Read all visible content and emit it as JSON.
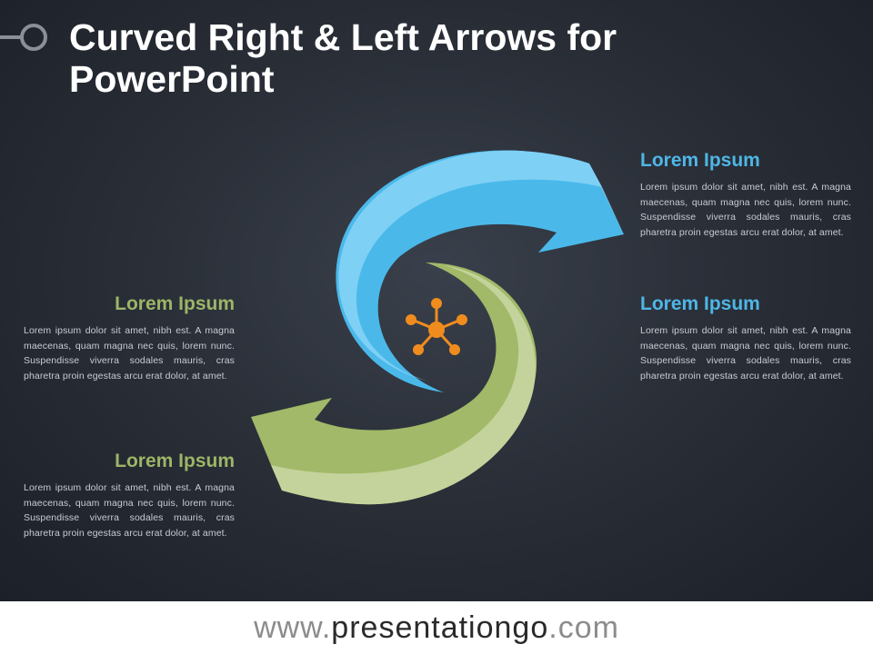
{
  "title": "Curved Right & Left Arrows for PowerPoint",
  "blocks": [
    {
      "heading": "Lorem Ipsum",
      "body": "Lorem ipsum dolor sit amet, nibh est. A magna maecenas, quam magna nec quis, lorem nunc. Suspendisse viverra sodales mauris, cras pharetra proin egestas arcu erat dolor, at amet."
    },
    {
      "heading": "Lorem Ipsum",
      "body": "Lorem ipsum dolor sit amet, nibh est. A magna maecenas, quam magna nec quis, lorem nunc. Suspendisse viverra sodales mauris, cras pharetra proin egestas arcu erat dolor, at amet."
    },
    {
      "heading": "Lorem Ipsum",
      "body": "Lorem ipsum dolor sit amet, nibh est. A magna maecenas, quam magna nec quis, lorem nunc. Suspendisse viverra sodales mauris, cras pharetra proin egestas arcu erat dolor, at amet."
    },
    {
      "heading": "Lorem Ipsum",
      "body": "Lorem ipsum dolor sit amet, nibh est. A magna maecenas, quam magna nec quis, lorem nunc. Suspendisse viverra sodales mauris, cras pharetra proin egestas arcu erat dolor, at amet."
    }
  ],
  "footer": {
    "prefix": "www.",
    "brand": "presentationgo",
    "suffix": ".com"
  },
  "colors": {
    "background": "#2a2f38",
    "blue_light": "#7fd0f5",
    "blue_dark": "#4ab9ea",
    "green_light": "#c4d39b",
    "green_dark": "#a1b968",
    "center_icon": "#f08c1e"
  },
  "icons": {
    "center": "network-hub-icon",
    "title_marker": "ring-icon"
  }
}
